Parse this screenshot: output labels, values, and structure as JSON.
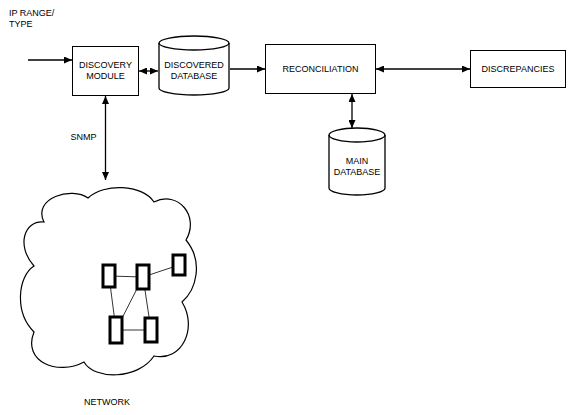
{
  "diagram": {
    "nodes": [
      {
        "text": [
          "DISCOVERY MODULE"
        ]
      },
      {
        "text": [
          "DISCOVERED DATABASE"
        ]
      },
      {
        "text": [
          "RECONCILIATION"
        ]
      },
      {
        "text": [
          "DISCREPANCIES"
        ]
      },
      {
        "text": [
          "MAIN DATABASE"
        ]
      },
      {
        "text": [
          "NETWORK"
        ]
      }
    ],
    "edges": [
      {
        "from": 0,
        "to": 1,
        "arrow": "both"
      },
      {
        "from": 1,
        "to": 2,
        "arrow": "to"
      },
      {
        "from": 2,
        "to": 3,
        "arrow": "both"
      },
      {
        "from": 2,
        "to": 4,
        "arrow": "both"
      },
      {
        "from": 0,
        "to": 5,
        "label": "SNMP",
        "arrow": "both"
      }
    ],
    "labels": [
      "IP RANGE/ TYPE"
    ]
  }
}
